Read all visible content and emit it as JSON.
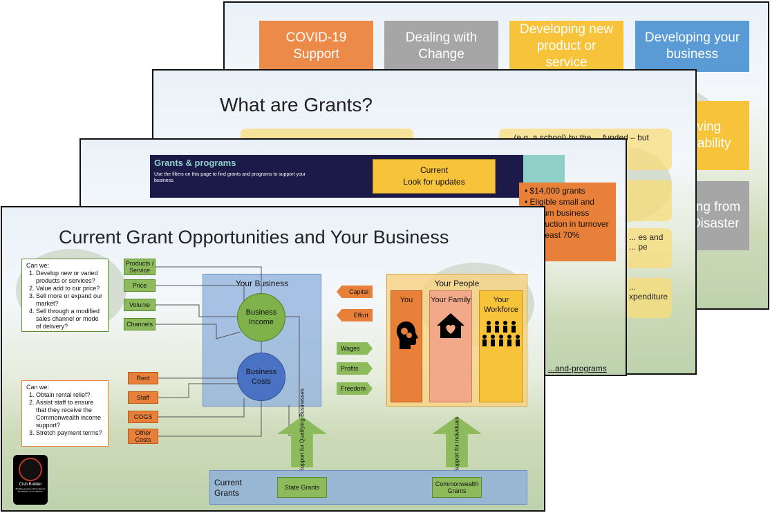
{
  "slide1": {
    "tiles": [
      {
        "label": "COVID-19 Support",
        "color": "#ec8a4a"
      },
      {
        "label": "Dealing with Change",
        "color": "#a6a6a6"
      },
      {
        "label": "Developing new product or service",
        "color": "#f6c33a"
      },
      {
        "label": "Developing your business",
        "color": "#5b9bd5"
      }
    ],
    "right_tiles": [
      "Improving Sustainability",
      "Recovering from Natural Disaster"
    ]
  },
  "slide2": {
    "title": "What are Grants?",
    "box_text_1": "... (e.g. a school) by the ... funded – but",
    "box_text_2": "... es and ... pe",
    "box_text_3": "... xpenditure",
    "link_text": "...and-programs"
  },
  "slide3": {
    "header_title": "Grants & programs",
    "header_sub": "Use the filters on this page to find grants and programs to support your business.",
    "scroll_line1": "Current",
    "scroll_line2": "Look for updates",
    "bullets": [
      "$14,000 grants",
      "Eligible small and medium business",
      "Reduction in turnover of at least 70%"
    ]
  },
  "slide4": {
    "title": "Current Grant Opportunities and Your Business",
    "can_we_top": {
      "heading": "Can we:",
      "items": [
        "Develop new or varied products or services?",
        "Value add to our price?",
        "Sell more or expand our market?",
        "Sell through a modified sales channel or mode of delivery?"
      ]
    },
    "can_we_bottom": {
      "heading": "Can we:",
      "items": [
        "Obtain rental relief?",
        "Assist staff to ensure that they receive the Commonwealth income support?",
        "Stretch payment terms?"
      ]
    },
    "green_inputs": [
      "Products / Service",
      "Price",
      "Volume",
      "Channels"
    ],
    "orange_inputs": [
      "Rent",
      "Staff",
      "COGS",
      "Other Costs"
    ],
    "your_business": "Your Business",
    "business_income": "Business Income",
    "business_costs": "Business Costs",
    "left_arrows": [
      "Capital",
      "Effort"
    ],
    "right_arrows": [
      "Wages",
      "Profits",
      "Freedom"
    ],
    "your_people": "Your People",
    "people_cols": [
      {
        "label": "You",
        "color": "#e9803a"
      },
      {
        "label": "Your Family",
        "color": "#f2a98a"
      },
      {
        "label": "Your Workforce",
        "color": "#f6c33a"
      }
    ],
    "support_business": "Support for Qualifying Businesses",
    "support_individuals": "Support for Individuals",
    "current_grants": "Current Grants",
    "state_grants": "State Grants",
    "commonwealth_grants": "Commonwealth Grants",
    "logo_text": "Club Builder",
    "logo_tagline": "\"Building sporting clubs today for the children of our children\""
  }
}
